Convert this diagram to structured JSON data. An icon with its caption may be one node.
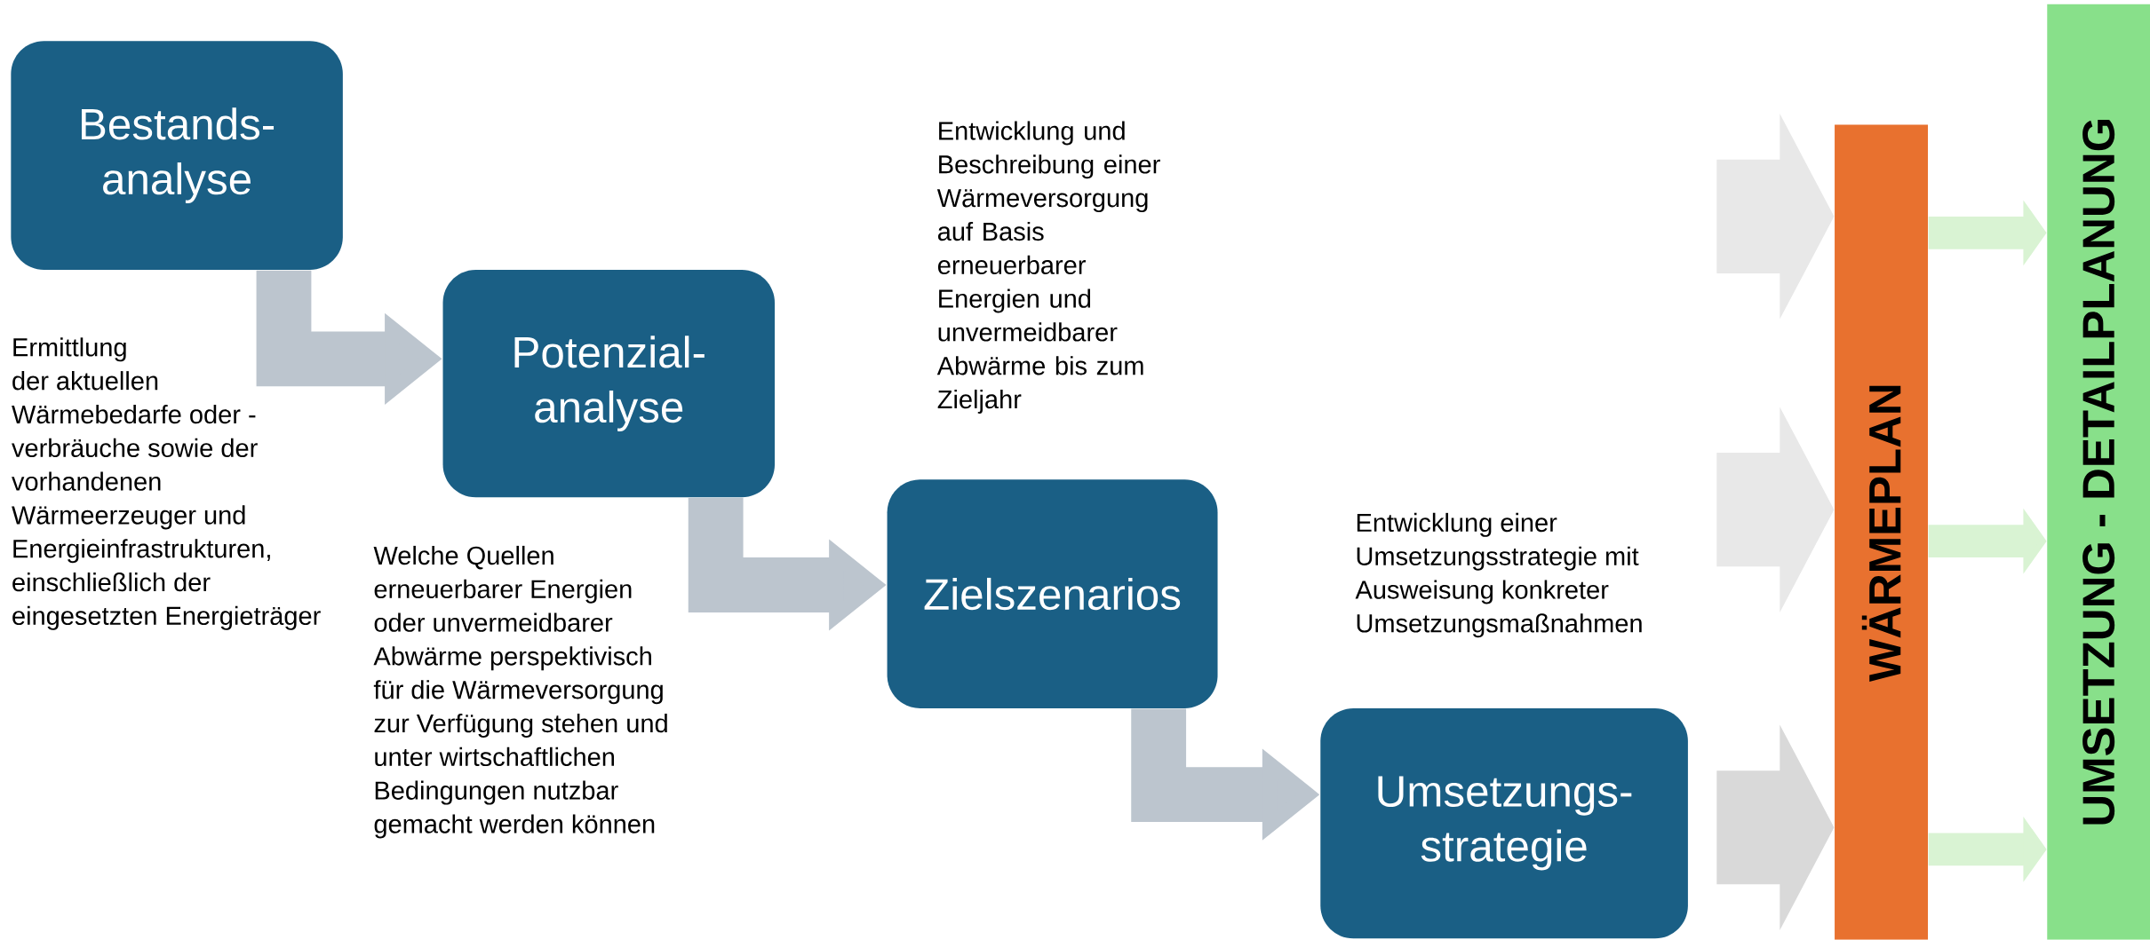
{
  "diagram": {
    "nodes": [
      {
        "text": [
          "Bestands- analyse"
        ],
        "beside": [
          "Ermittlung der aktuellen Wärmebedarfe oder - verbräuche sowie der vorhandenen Wärmeerzeuger und Energieinfrastrukturen, einschließlich der eingesetzten Energieträger"
        ]
      },
      {
        "text": [
          "Potenzial- analyse"
        ],
        "beside": [
          "Welche Quellen erneuerbarer Energien oder unvermeidbarer Abwärme perspektivisch für die Wärmeversorgung zur Verfügung stehen und unter wirtschaftlichen Bedingungen nutzbar gemacht werden können"
        ]
      },
      {
        "text": [
          "Zielszenarios"
        ]
      },
      {
        "text": [
          "Umsetzungs- strategie"
        ],
        "beside": [
          "Entwicklung einer Umsetzungsstrategie mit Ausweisung konkreter Umsetzungsmaßnahmen"
        ]
      },
      {
        "text": [
          "WÄRMEPLAN"
        ]
      },
      {
        "text": [
          "UMSETZUNG - DETAILPLANUNG"
        ]
      }
    ],
    "edges": [
      {
        "from": 0,
        "to": 1,
        "arrow": "to",
        "color": "#bcc5ce"
      },
      {
        "from": 1,
        "to": 2,
        "arrow": "to",
        "color": "#bcc5ce"
      },
      {
        "from": 2,
        "to": 3,
        "arrow": "to",
        "color": "#bcc5ce"
      },
      {
        "from": null,
        "to": 4,
        "arrow": "to",
        "style": "thick",
        "color": "#e8e8e8"
      },
      {
        "from": null,
        "to": 4,
        "arrow": "to",
        "style": "thick",
        "color": "#e8e8e8"
      },
      {
        "from": 3,
        "to": 4,
        "arrow": "to",
        "style": "thick",
        "color": "#d9d9d9"
      },
      {
        "from": 4,
        "to": 5,
        "arrow": "to",
        "color": "#d9f3d3"
      },
      {
        "from": 4,
        "to": 5,
        "arrow": "to",
        "color": "#d9f3d3"
      },
      {
        "from": 4,
        "to": 5,
        "arrow": "to",
        "color": "#d9f3d3"
      }
    ],
    "labels": [
      "Entwicklung und Beschreibung einer Wärmeversorgung auf Basis erneuerbarer Energien und unvermeidbarer Abwärme bis zum Zieljahr"
    ]
  }
}
